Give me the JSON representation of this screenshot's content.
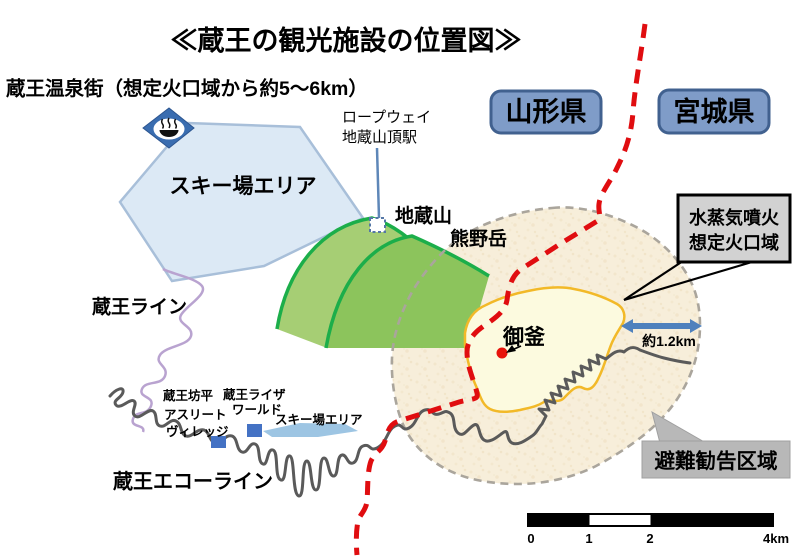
{
  "title": "≪蔵王の観光施設の位置図≫",
  "annotations": {
    "onsen_town": "蔵王温泉街（想定火口域から約5～6km）",
    "ropeway_line1": "ロープウェイ",
    "ropeway_line2": "地蔵山頂駅",
    "mt_jizo": "地蔵山",
    "mt_kumano": "熊野岳",
    "ski_area_main": "スキー場エリア",
    "zao_line": "蔵王ライン",
    "zao_echo_line": "蔵王エコーライン",
    "okama": "御釜",
    "distance": "約1.2km",
    "bodaira_1": "蔵王坊平",
    "bodaira_2": "アスリート",
    "bodaira_3": "ヴィレッジ",
    "liza_1": "蔵王ライザ",
    "liza_2": "ワールド",
    "ski_area_small": "スキー場エリア"
  },
  "prefectures": {
    "yamagata": "山形県",
    "miyagi": "宮城県"
  },
  "callouts": {
    "steam_line1": "水蒸気噴火",
    "steam_line2": "想定火口域",
    "evacuation": "避難勧告区域"
  },
  "scale_bar": {
    "ticks": [
      "0",
      "1",
      "2",
      "4km"
    ]
  },
  "icons": {
    "hot_spring": "♨"
  },
  "colors": {
    "prefecture_boundary_red": "#e00d10",
    "prefecture_box_blue": "#7f9cc8",
    "ski_area_fill": "#dce9f5",
    "mountain_green": "#21ac49",
    "crater_fill": "#fcfadf",
    "crater_stroke": "#f2b928",
    "advisory_fill": "#f6ecd9",
    "road_gray": "#5a5a5a",
    "zao_line_purple": "#b9a3d0",
    "arrow_blue": "#4f81bd",
    "okama_dot_red": "#e8140c"
  }
}
